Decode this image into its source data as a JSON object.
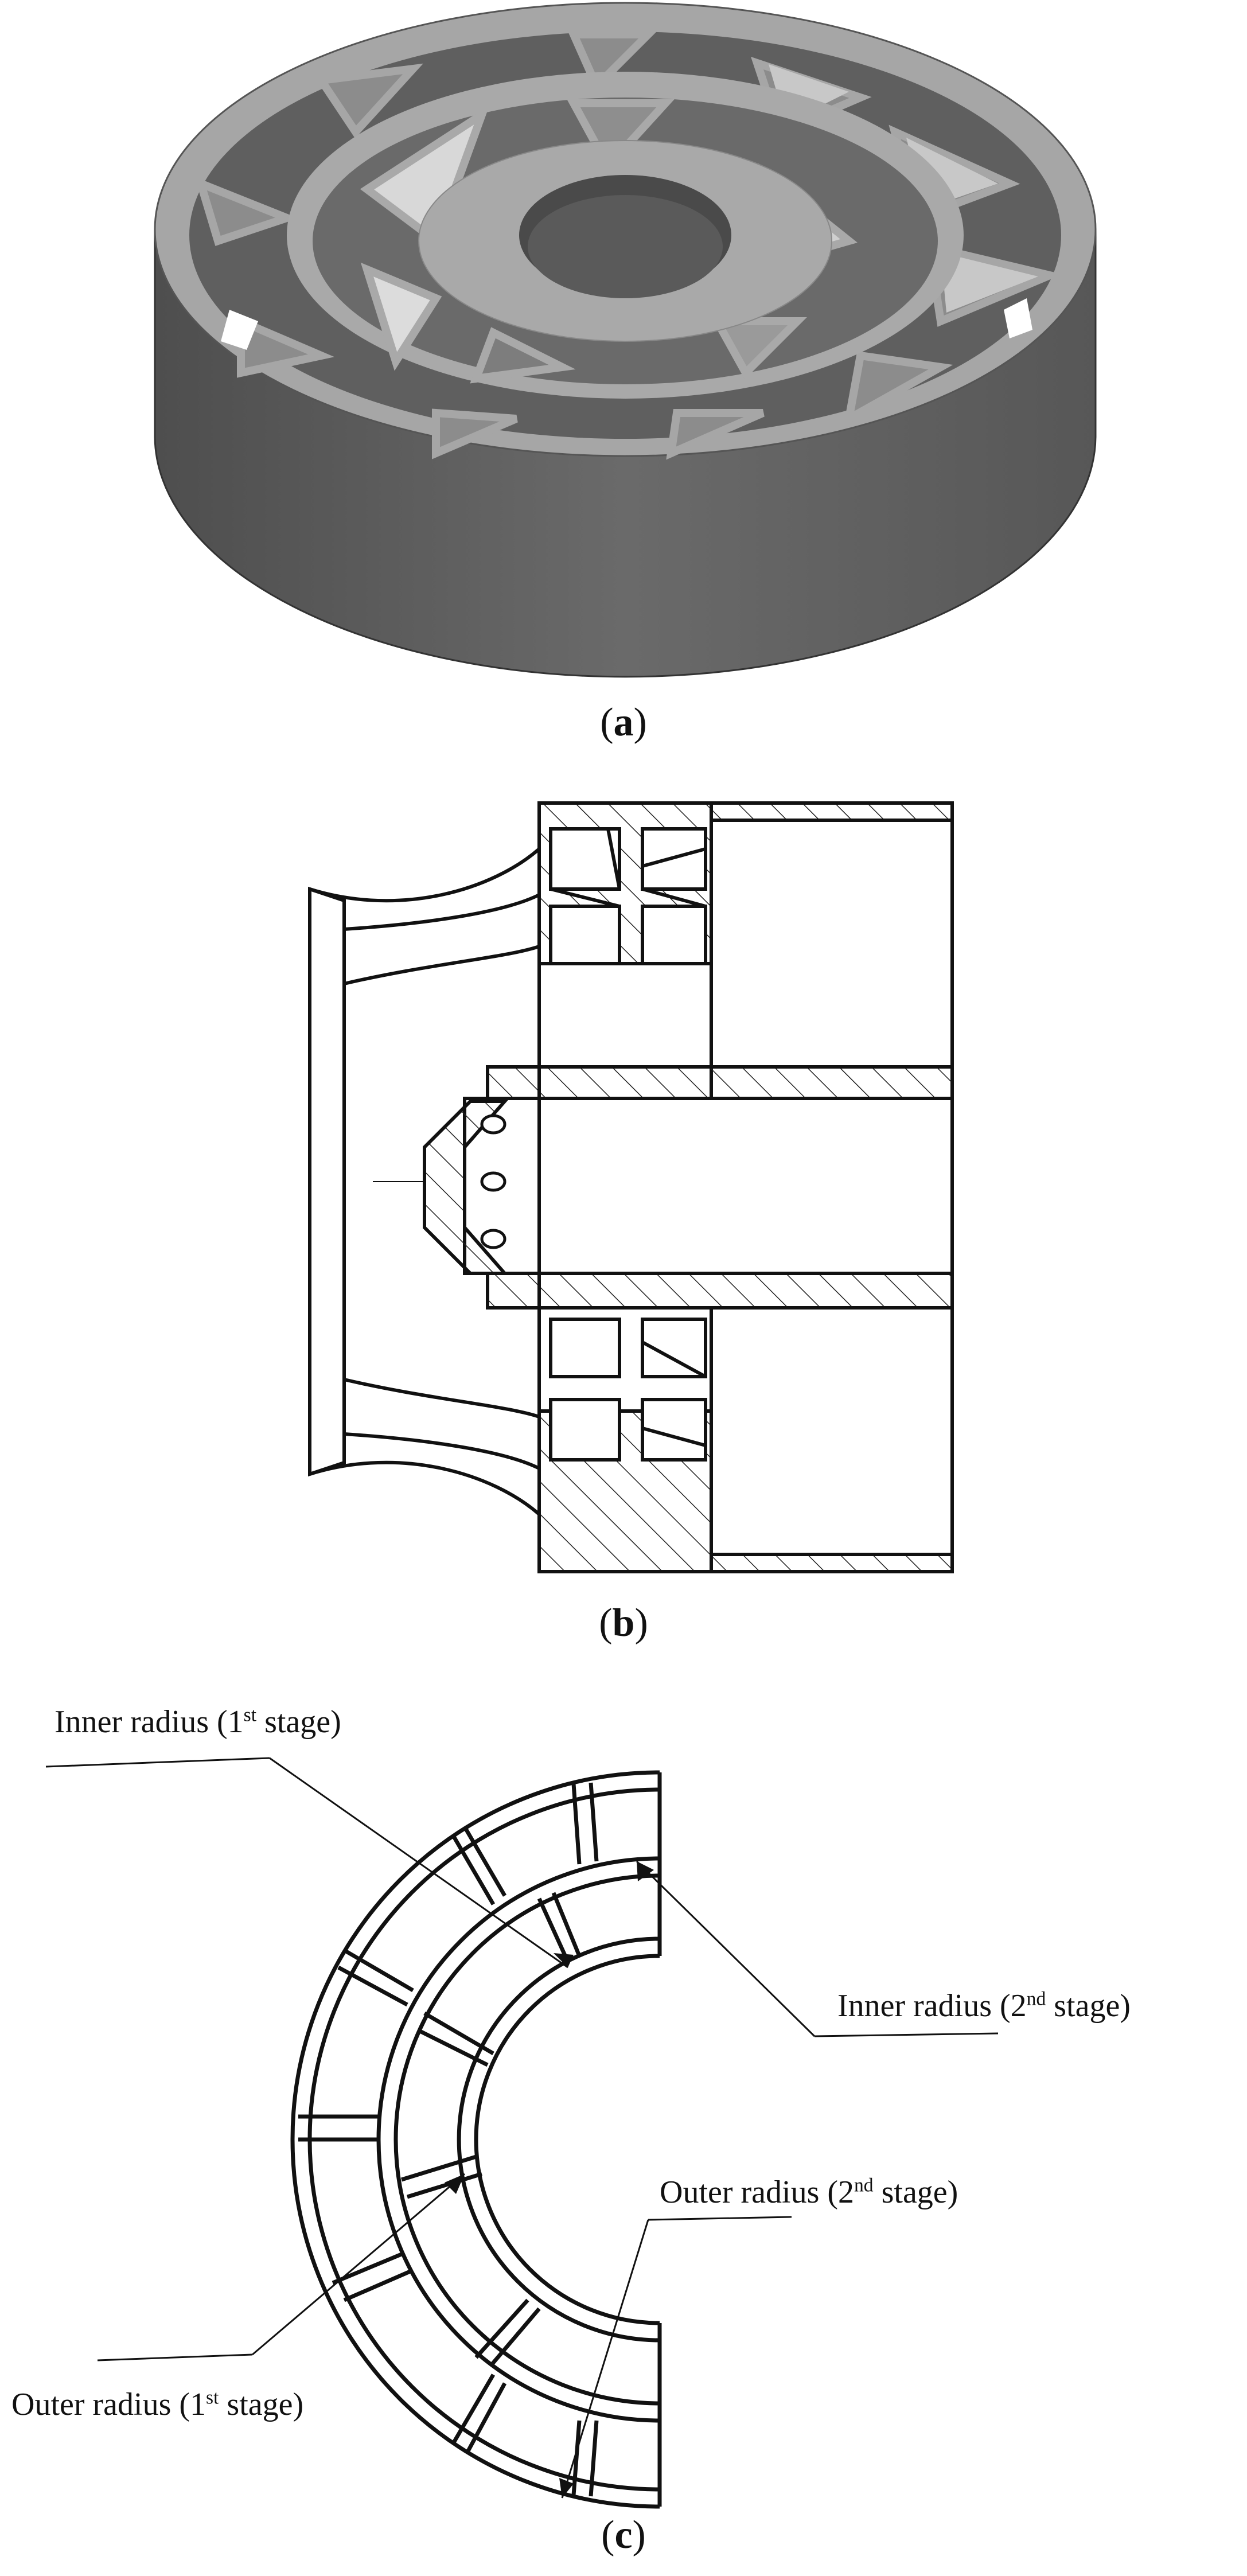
{
  "panels": {
    "a": {
      "caption_open": "(",
      "caption_letter": "a",
      "caption_close": ")"
    },
    "b": {
      "caption_open": "(",
      "caption_letter": "b",
      "caption_close": ")"
    },
    "c": {
      "caption_open": "(",
      "caption_letter": "c",
      "caption_close": ")"
    }
  },
  "labels": {
    "inner1": {
      "pre": "Inner radius (1",
      "sup": "st",
      "post": " stage)"
    },
    "inner2": {
      "pre": "Inner radius (2",
      "sup": "nd",
      "post": "  stage)"
    },
    "outer2": {
      "pre": "Outer radius (2",
      "sup": "nd",
      "post": "  stage)"
    },
    "outer1": {
      "pre": "Outer radius (1",
      "sup": "st",
      "post": "  stage)"
    }
  },
  "colors": {
    "body_dark": "#5a5a5a",
    "body_mid": "#8a8a8a",
    "body_top": "#a9a9a9",
    "vane_light": "#d6d6d6",
    "line": "#111111"
  }
}
